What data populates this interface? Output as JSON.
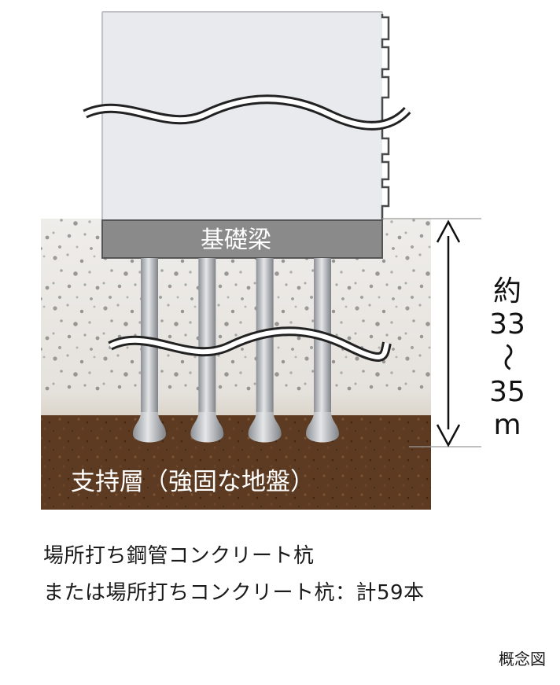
{
  "diagram": {
    "beam_label": "基礎梁",
    "bearing_layer_label": "支持層（強固な地盤）",
    "depth_label": [
      "約",
      "33",
      "〜",
      "35",
      "m"
    ],
    "pile_count_drawn": 4,
    "colors": {
      "building": "#e9eaee",
      "beam": "#8a8a8a",
      "soil": "#e9e6e1",
      "bearing_layer": "#5a3a22",
      "pile": "#b9bcc0"
    }
  },
  "caption": {
    "line1": "場所打ち鋼管コンクリート杭",
    "line2": "または場所打ちコンクリート杭：計59本"
  },
  "note": "概念図"
}
